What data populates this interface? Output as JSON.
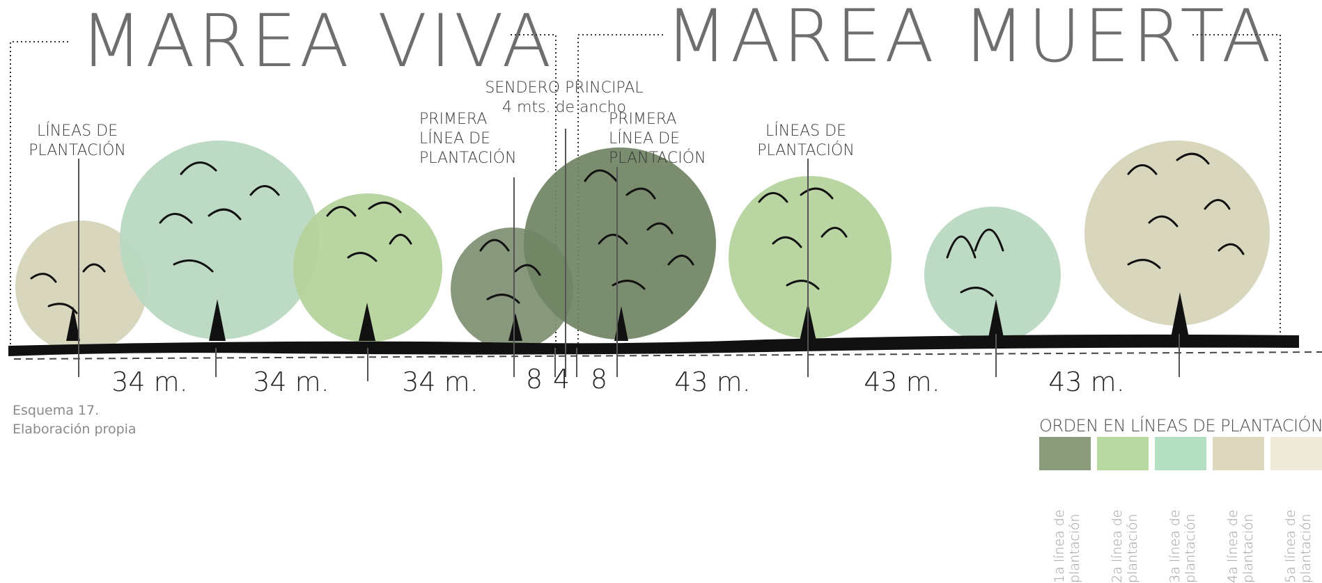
{
  "titles": {
    "left": "MAREA VIVA",
    "right": "MAREA MUERTA"
  },
  "labels": {
    "lineas_left": [
      "LÍNEAS DE",
      "PLANTACIÓN"
    ],
    "sendero": [
      "SENDERO PRINCIPAL",
      "4 mts. de ancho"
    ],
    "primera_left": [
      "PRIMERA",
      "LÍNEA DE",
      "PLANTACIÓN"
    ],
    "primera_right": [
      "PRIMERA",
      "LÍNEA DE",
      "PLANTACIÓN"
    ],
    "lineas_right": [
      "LÍNEAS DE",
      "PLANTACIÓN"
    ]
  },
  "distances": [
    "34 m.",
    "34 m.",
    "34 m.",
    "8",
    "4",
    "8",
    "43 m.",
    "43 m.",
    "43 m."
  ],
  "caption": {
    "line1": "Esquema 17.",
    "line2": "Elaboración propia"
  },
  "legend": {
    "title": "ORDEN EN LÍNEAS DE PLANTACIÓN",
    "items": [
      {
        "label": "1a línea de\nplantación",
        "color": "#8a9c7c"
      },
      {
        "label": "2a línea de\nplantación",
        "color": "#b9d9a2"
      },
      {
        "label": "3a línea de\nplantación",
        "color": "#b5dfc3"
      },
      {
        "label": "4a línea de\nplantación",
        "color": "#ddd7bd"
      },
      {
        "label": "5a línea de\nplantación",
        "color": "#eee9d8"
      }
    ]
  },
  "tree_colors": {
    "beige": "#d6d5bb",
    "mint": "#b9d8c1",
    "green": "#b5d39c",
    "dark": "#7e8f72",
    "darker": "#6f8463"
  }
}
